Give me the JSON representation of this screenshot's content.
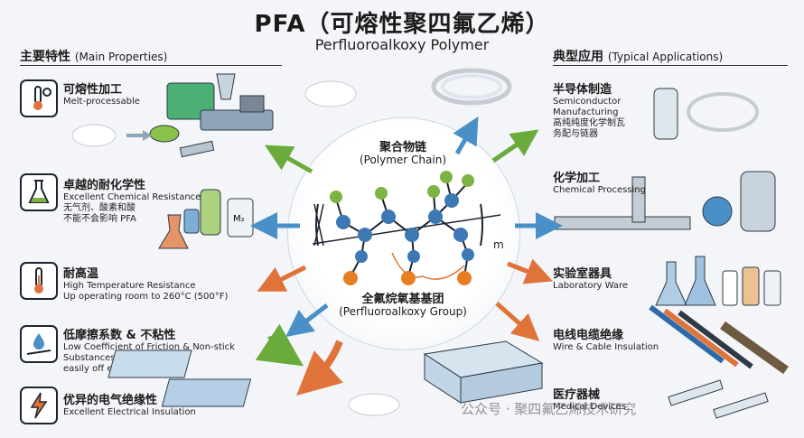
{
  "title": "PFA（可熔性聚四氟乙烯）",
  "subtitle": "Perfluoroalkoxy Polymer",
  "left_section": {
    "title_cn": "主要特性",
    "title_en": "(Main Properties)"
  },
  "right_section": {
    "title_cn": "典型应用",
    "title_en": "(Typical Applications)"
  },
  "properties": [
    {
      "cn": "可熔性加工",
      "en": "Melt-processable",
      "icon": "thermometer-gear-icon"
    },
    {
      "cn": "卓越的耐化学性",
      "en": "Excellent Chemical Resistance",
      "extra": [
        "无气剂、酸素和酸",
        "不能不会影响 PFA"
      ],
      "icon": "flask-icon"
    },
    {
      "cn": "耐高温",
      "en": "High Temperature Resistance",
      "extra": [
        "Up operating room to 260°C (500°F)"
      ],
      "icon": "thermometer-icon"
    },
    {
      "cn": "低摩擦系数 & 不粘性",
      "en": "Low Coefficient of Friction & Non-stick",
      "extra": [
        "Substances where sliding &",
        "easily off easily"
      ],
      "icon": "drop-surface-icon"
    },
    {
      "cn": "优异的电气绝缘性",
      "en": "Excellent Electrical Insulation",
      "icon": "lightning-icon"
    }
  ],
  "applications": [
    {
      "cn": "半导体制造",
      "en": "Semiconductor",
      "extra": [
        "Manufacturing",
        "高纯纯度化学制瓦",
        "务配与链器"
      ]
    },
    {
      "cn": "化学加工",
      "en": "Chemical Processing"
    },
    {
      "cn": "实验室器具",
      "en": "Laboratory Ware"
    },
    {
      "cn": "电线电缆绝缘",
      "en": "Wire & Cable Insulation"
    },
    {
      "cn": "医疗器械",
      "en": "Medical Devices"
    }
  ],
  "center": {
    "chain_cn": "聚合物链",
    "chain_en": "(Polymer Chain)",
    "group_cn": "全氟烷氧基基团",
    "group_en": "(Perfluoroalkoxy Group)",
    "subscript": "m"
  },
  "colors": {
    "carbon": "#3c78b4",
    "fluorine": "#7cb342",
    "oxygen": "#e67e22",
    "arrow_blue": "#4a90c8",
    "arrow_green": "#6aab3c",
    "arrow_orange": "#e0733a"
  },
  "watermark": "公众号 · 聚四氟乙烯技术研究"
}
